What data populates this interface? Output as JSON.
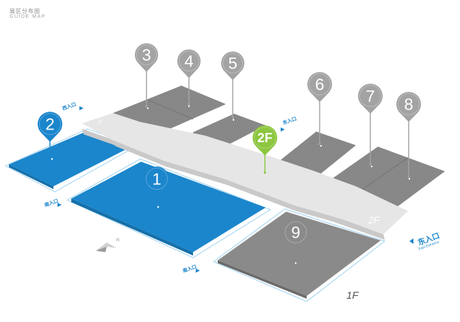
{
  "title": {
    "cn": "展区分布图",
    "en": "GUIDE MAP"
  },
  "pins": [
    {
      "id": "1",
      "label": "1",
      "color": "#1b86cc"
    },
    {
      "id": "2",
      "label": "2",
      "color": "#1b86cc"
    },
    {
      "id": "3",
      "label": "3",
      "color": "#a3a3a3"
    },
    {
      "id": "4",
      "label": "4",
      "color": "#a3a3a3"
    },
    {
      "id": "5",
      "label": "5",
      "color": "#a3a3a3"
    },
    {
      "id": "6",
      "label": "6",
      "color": "#a3a3a3"
    },
    {
      "id": "7",
      "label": "7",
      "color": "#a3a3a3"
    },
    {
      "id": "8",
      "label": "8",
      "color": "#a3a3a3"
    },
    {
      "id": "9",
      "label": "9",
      "color": "#8a8a8a"
    },
    {
      "id": "2F",
      "label": "2F",
      "color": "#8cc63f"
    }
  ],
  "floors": {
    "upper": "2F",
    "upper_small": "2F",
    "lower": "1F"
  },
  "entrances": {
    "east_main_cn": "东入口",
    "east_main_en": "East Entrance",
    "east_top_cn": "东入口",
    "west_top_cn": "西入口",
    "south_a_cn": "南入口",
    "south_b_cn": "南入口"
  },
  "compass_label": "N",
  "colors": {
    "blue_hall": "#1b86cc",
    "gray_hall": "#8a8a8a",
    "corridor": "#e6e6e6",
    "highlight": "#8cc63f"
  }
}
